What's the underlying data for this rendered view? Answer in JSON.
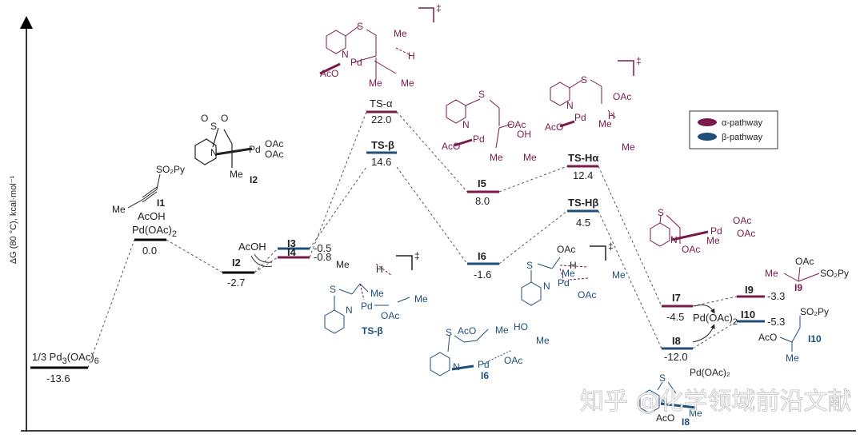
{
  "chart_data": {
    "type": "energy-profile",
    "title": "",
    "ylabel": "ΔG (80 °C), kcal·mol⁻¹",
    "xlabel": "",
    "grid": false,
    "legend_position": "upper-right",
    "legend": [
      {
        "name": "α-pathway",
        "color": "#7a1a4a"
      },
      {
        "name": "β-pathway",
        "color": "#1f4e79"
      }
    ],
    "levels": [
      {
        "id": "Pd3",
        "label": "1/3 Pd₃(OAc)₆",
        "value": -13.6,
        "pathway": "common",
        "color": "#000000"
      },
      {
        "id": "I1",
        "label": "Pd(OAc)₂ + I1 + AcOH",
        "value": 0.0,
        "pathway": "common",
        "color": "#000000"
      },
      {
        "id": "I2",
        "label": "I2",
        "value": -2.7,
        "pathway": "common",
        "color": "#000000"
      },
      {
        "id": "I3",
        "label": "I3",
        "value": -0.5,
        "pathway": "beta",
        "color": "#1f4e79"
      },
      {
        "id": "I4",
        "label": "I4",
        "value": -0.8,
        "pathway": "alpha",
        "color": "#7a1a4a"
      },
      {
        "id": "TS-alpha",
        "label": "TS-α",
        "value": 22.0,
        "pathway": "alpha",
        "color": "#7a1a4a"
      },
      {
        "id": "TS-beta",
        "label": "TS-β",
        "value": 14.6,
        "pathway": "beta",
        "color": "#1f4e79"
      },
      {
        "id": "I5",
        "label": "I5",
        "value": 8.0,
        "pathway": "alpha",
        "color": "#7a1a4a"
      },
      {
        "id": "I6",
        "label": "I6",
        "value": -1.6,
        "pathway": "beta",
        "color": "#1f4e79"
      },
      {
        "id": "TS-Halpha",
        "label": "TS-Hα",
        "value": 12.4,
        "pathway": "alpha",
        "color": "#7a1a4a"
      },
      {
        "id": "TS-Hbeta",
        "label": "TS-Hβ",
        "value": 4.5,
        "pathway": "beta",
        "color": "#1f4e79"
      },
      {
        "id": "I7",
        "label": "I7",
        "value": -4.5,
        "pathway": "alpha",
        "color": "#7a1a4a"
      },
      {
        "id": "I8",
        "label": "I8",
        "value": -12.0,
        "pathway": "beta",
        "color": "#1f4e79"
      },
      {
        "id": "I9",
        "label": "I9",
        "value": -3.3,
        "pathway": "alpha",
        "color": "#7a1a4a"
      },
      {
        "id": "I10",
        "label": "I10",
        "value": -5.3,
        "pathway": "beta",
        "color": "#1f4e79"
      }
    ],
    "annotations": [
      "AcOH",
      "Pd(OAc)₂",
      "‡"
    ]
  },
  "axis": {
    "ylabel": "ΔG (80 °C), kcal·mol⁻¹"
  },
  "legend": {
    "alpha": "α-pathway",
    "beta": "β-pathway"
  },
  "levels": {
    "pd3": {
      "name": "1/3 Pd",
      "sub1": "3",
      "mid": "(OAc)",
      "sub2": "6",
      "value": "-13.6"
    },
    "start": {
      "line1": "AcOH",
      "line2": "Pd(OAc)",
      "sub": "2",
      "value": "0.0"
    },
    "i2": {
      "name": "I2",
      "value": "-2.7",
      "acoh": "AcOH"
    },
    "i3": {
      "name": "I3",
      "value": "-0.5"
    },
    "i4": {
      "name": "I4",
      "value": "-0.8"
    },
    "tsa": {
      "name": "TS-α",
      "value": "22.0"
    },
    "tsb": {
      "name": "TS-β",
      "value": "14.6"
    },
    "i5": {
      "name": "I5",
      "value": "8.0"
    },
    "i6": {
      "name": "I6",
      "value": "-1.6"
    },
    "tsha": {
      "name": "TS-Hα",
      "value": "12.4"
    },
    "tshb": {
      "name": "TS-Hβ",
      "value": "4.5"
    },
    "i7": {
      "name": "I7",
      "value": "-4.5"
    },
    "i8": {
      "name": "I8",
      "value": "-12.0"
    },
    "i9": {
      "name": "I9",
      "value": "-3.3"
    },
    "i10": {
      "name": "I10",
      "value": "-5.3"
    },
    "pdoac2": "Pd(OAc)",
    "pdoac2_sub": "2"
  },
  "structures": {
    "i1": {
      "label": "I1",
      "so2py": "SO₂Py",
      "me": "Me"
    },
    "i2": {
      "label": "I2",
      "pd": "Pd",
      "oac1": "OAc",
      "oac2": "OAc",
      "me": "Me",
      "n": "N",
      "s": "S",
      "o": "O"
    },
    "tsa": {
      "pd": "Pd",
      "aco": "AcO",
      "me1": "Me",
      "me2": "Me",
      "me3": "Me",
      "h": "H",
      "n": "N",
      "s": "S",
      "dagger": "‡"
    },
    "tsb": {
      "label": "TS-β",
      "pd": "Pd",
      "oac": "OAc",
      "me1": "Me",
      "me2": "Me",
      "me3": "Me",
      "h": "H",
      "n": "N",
      "s": "S",
      "dagger": "‡"
    },
    "i5": {
      "pd": "Pd",
      "aco": "AcO",
      "oac": "OAc",
      "oh": "OH",
      "me1": "Me",
      "me2": "Me",
      "n": "N",
      "s": "S"
    },
    "tsha": {
      "pd": "Pd",
      "aco": "AcO",
      "oac": "OAc",
      "h": "H",
      "me1": "Me",
      "me2": "Me",
      "n": "N",
      "s": "S",
      "dagger": "‡"
    },
    "i6": {
      "label": "I6",
      "pd": "Pd",
      "aco": "AcO",
      "oac": "OAc",
      "ho": "HO",
      "me1": "Me",
      "me2": "Me",
      "n": "N",
      "s": "S"
    },
    "tshb": {
      "pd": "Pd",
      "oac1": "OAc",
      "oac2": "OAc",
      "h": "H",
      "me1": "Me",
      "me2": "Me",
      "n": "N",
      "s": "S",
      "dagger": "‡"
    },
    "i7": {
      "pd": "Pd",
      "oac1": "OAc",
      "oac2": "OAc",
      "oac3": "OAc",
      "me": "Me",
      "n": "N",
      "s": "S"
    },
    "i8": {
      "label": "I8",
      "pd": "Pd(OAc)₂",
      "aco": "AcO",
      "me": "Me",
      "n": "N",
      "s": "S"
    },
    "i9": {
      "label": "I9",
      "oac": "OAc",
      "me": "Me",
      "so2py": "SO₂Py"
    },
    "i10": {
      "label": "I10",
      "aco": "AcO",
      "me": "Me",
      "so2py": "SO₂Py"
    }
  },
  "watermark": "知乎 @化学领域前沿文献"
}
